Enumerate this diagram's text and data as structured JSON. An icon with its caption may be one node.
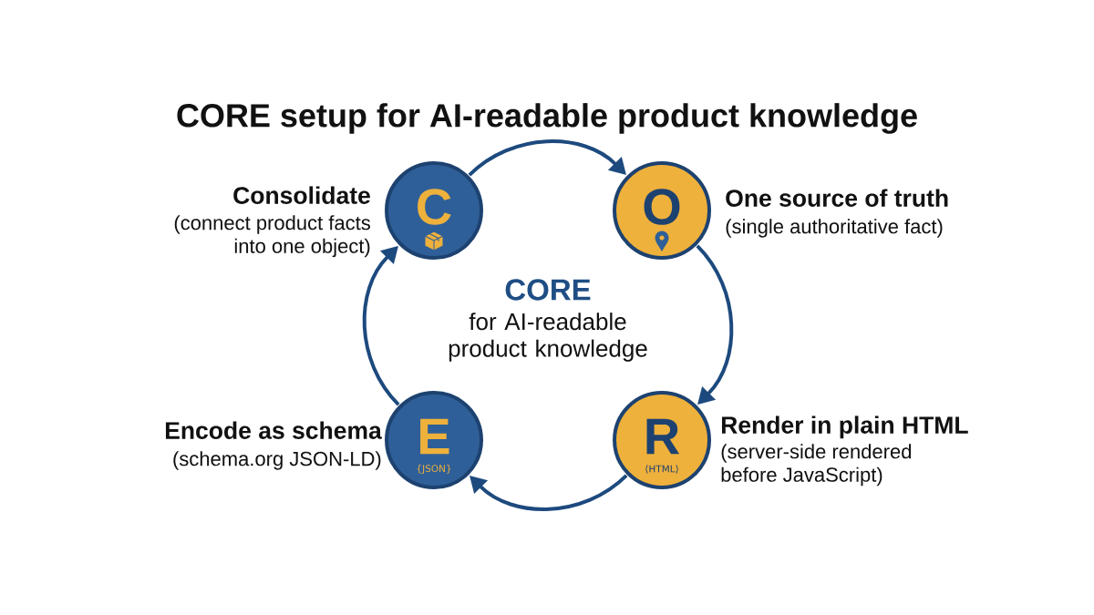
{
  "diagram": {
    "title": "CORE setup for AI-readable product knowledge",
    "nodes": [
      {
        "text": [
          "C"
        ],
        "beside": [
          "Consolidate",
          "(connect product facts into one object)"
        ]
      },
      {
        "text": [
          "O"
        ],
        "beside": [
          "One source of truth",
          "(single authoritative fact)"
        ]
      },
      {
        "text": [
          "R",
          "⟨HTML⟩"
        ],
        "beside": [
          "Render in plain HTML",
          "(server-side rendered before JavaScript)"
        ]
      },
      {
        "text": [
          "E",
          "{JSON}"
        ],
        "beside": [
          "Encode as schema",
          "(schema.org JSON-LD)"
        ]
      }
    ],
    "edges": [
      {
        "from": 0,
        "to": 1,
        "arrow": "to"
      },
      {
        "from": 1,
        "to": 2,
        "arrow": "to"
      },
      {
        "from": 2,
        "to": 3,
        "arrow": "to"
      },
      {
        "from": 3,
        "to": 0,
        "arrow": "to"
      }
    ],
    "labels": [
      "CORE",
      "for AI-readable product knowledge"
    ]
  }
}
